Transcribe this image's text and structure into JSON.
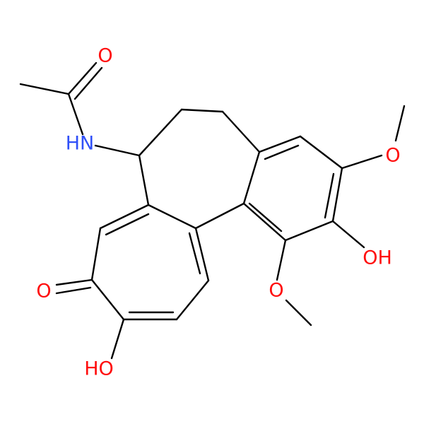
{
  "colors": {
    "background": "#ffffff",
    "carbon": "#000000",
    "oxygen": "#ff0d0d",
    "nitrogen": "#3050f8"
  },
  "labels": {
    "amide_oxygen": "O",
    "amide_nh": "HN",
    "ring_methoxy_oxygen": "O",
    "phenol_oh": "OH",
    "lower_methoxy_oxygen": "O",
    "ketone_oxygen": "O",
    "tropolone_oh": "HO"
  }
}
